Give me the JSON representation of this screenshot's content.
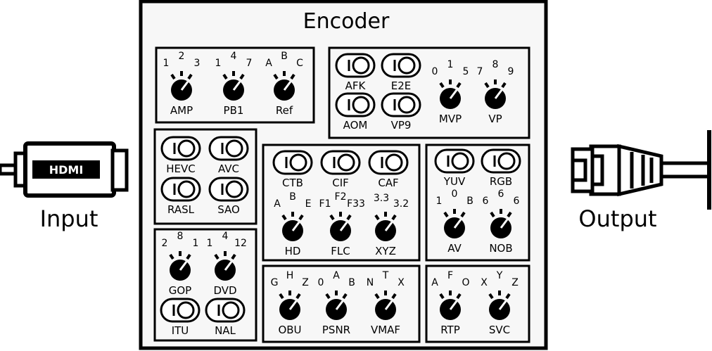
{
  "title": "Encoder",
  "input": {
    "label": "Input",
    "connector": "HDMI",
    "icon": "hdmi-plug-icon"
  },
  "output": {
    "label": "Output",
    "icon": "ethernet-plug-icon"
  },
  "colors": {
    "stroke": "#000000",
    "panel": "#f7f7f7",
    "background": "#ffffff"
  },
  "panels": [
    {
      "id": "p1",
      "knobs": [
        {
          "label": "AMP",
          "ticks": [
            "1",
            "2",
            "3"
          ]
        },
        {
          "label": "PB1",
          "ticks": [
            "1",
            "4",
            "7"
          ]
        },
        {
          "label": "Ref",
          "ticks": [
            "A",
            "B",
            "C"
          ]
        }
      ]
    },
    {
      "id": "p2",
      "switches": [
        "AFK",
        "E2E",
        "AOM",
        "VP9"
      ],
      "knobs": [
        {
          "label": "MVP",
          "ticks": [
            "0",
            "1",
            "5"
          ]
        },
        {
          "label": "VP",
          "ticks": [
            "7",
            "8",
            "9"
          ]
        }
      ]
    },
    {
      "id": "p3",
      "switches": [
        "HEVC",
        "AVC",
        "RASL",
        "SAO"
      ]
    },
    {
      "id": "p4",
      "switches": [
        "CTB",
        "CIF",
        "CAF"
      ],
      "knobs": [
        {
          "label": "HD",
          "ticks": [
            "A",
            "B",
            "E"
          ]
        },
        {
          "label": "FLC",
          "ticks": [
            "F1",
            "F2",
            "F33"
          ]
        },
        {
          "label": "XYZ",
          "ticks": [
            "3.3",
            "3.2"
          ]
        }
      ]
    },
    {
      "id": "p5",
      "switches": [
        "YUV",
        "RGB"
      ],
      "knobs": [
        {
          "label": "AV",
          "ticks": [
            "1",
            "0",
            "B"
          ]
        },
        {
          "label": "NOB",
          "ticks": [
            "6",
            "6",
            "6"
          ]
        }
      ]
    },
    {
      "id": "p6",
      "knobs": [
        {
          "label": "GOP",
          "ticks": [
            "2",
            "8",
            "1"
          ]
        },
        {
          "label": "DVD",
          "ticks": [
            "1",
            "4",
            "12"
          ]
        }
      ],
      "switches": [
        "ITU",
        "NAL"
      ]
    },
    {
      "id": "p7",
      "knobs": [
        {
          "label": "OBU",
          "ticks": [
            "G",
            "H",
            "Z"
          ]
        },
        {
          "label": "PSNR",
          "ticks": [
            "0",
            "A",
            "B"
          ]
        },
        {
          "label": "VMAF",
          "ticks": [
            "N",
            "T",
            "X"
          ]
        }
      ]
    },
    {
      "id": "p8",
      "knobs": [
        {
          "label": "RTP",
          "ticks": [
            "A",
            "F",
            "O"
          ]
        },
        {
          "label": "SVC",
          "ticks": [
            "X",
            "Y",
            "Z"
          ]
        }
      ]
    }
  ]
}
